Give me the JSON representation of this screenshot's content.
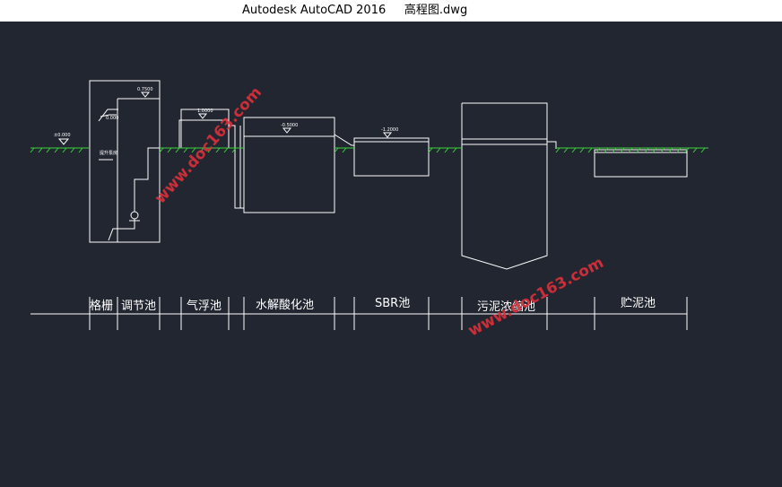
{
  "window": {
    "app_title": "Autodesk AutoCAD 2016",
    "file_name": "高程图.dwg"
  },
  "drawing": {
    "labels": {
      "ground_level": "±0.000",
      "grid_elevation": "0.000",
      "grid_note": "提升泵房",
      "tank_a_level": "0.7500",
      "tank_b_level": "1.0000",
      "tank_c_level": "-0.5000",
      "tank_d_level": "-1.2000"
    },
    "process_units": [
      "格栅",
      "调节池",
      "气浮池",
      "水解酸化池",
      "SBR池",
      "污泥浓缩池",
      "贮泥池"
    ],
    "watermark": "www.doc163.com"
  },
  "colors": {
    "background": "#212630",
    "line": "#ffffff",
    "ground": "#3cd23c",
    "watermark": "#e0303a"
  }
}
